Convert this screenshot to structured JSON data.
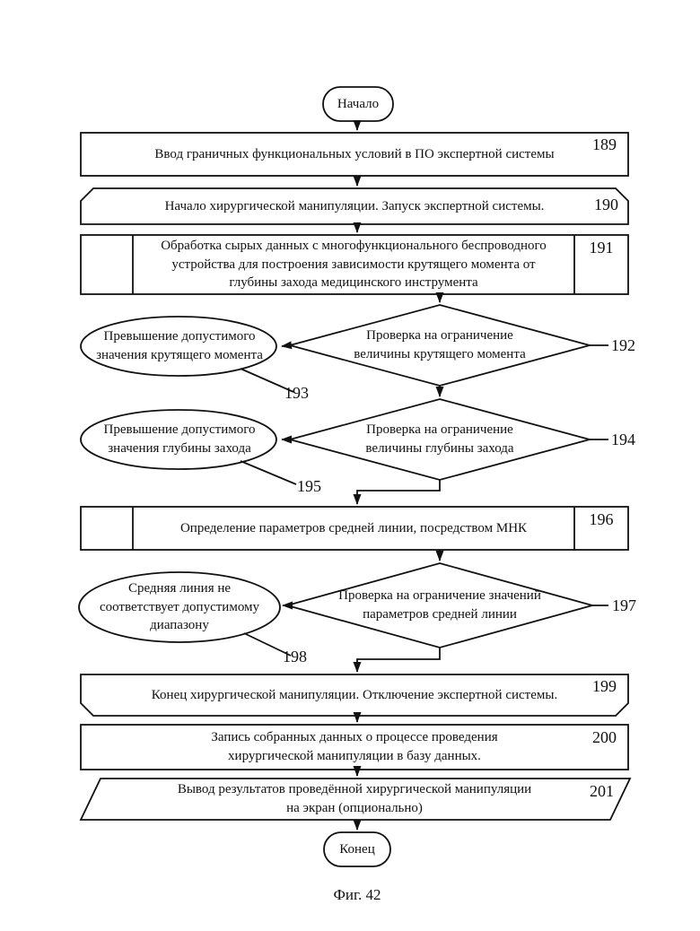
{
  "colors": {
    "ink": "#111111",
    "background": "#ffffff"
  },
  "figure": {
    "caption": "Фиг. 42"
  },
  "flowchart": {
    "start": {
      "label": "Начало"
    },
    "end": {
      "label": "Конец"
    },
    "nodes": {
      "n189": {
        "num": "189",
        "shape": "rectangle",
        "text": "Ввод граничных функциональных условий в ПО экспертной системы"
      },
      "n190": {
        "num": "190",
        "shape": "rect-cut-top-corners",
        "text": "Начало хирургической манипуляции. Запуск экспертной системы."
      },
      "n191": {
        "num": "191",
        "shape": "predefined-process",
        "text": "Обработка сырых данных с многофункционального беспроводного\nустройства для построения зависимости крутящего момента от\nглубины захода медицинского инструмента"
      },
      "n192": {
        "num": "192",
        "shape": "decision-diamond",
        "text": "Проверка на ограничение\nвеличины крутящего момента"
      },
      "n193": {
        "num": "193",
        "shape": "ellipse",
        "text": "Превышение допустимого\nзначения крутящего момента"
      },
      "n194": {
        "num": "194",
        "shape": "decision-diamond",
        "text": "Проверка на ограничение\nвеличины глубины захода"
      },
      "n195": {
        "num": "195",
        "shape": "ellipse",
        "text": "Превышение допустимого\nзначения глубины захода"
      },
      "n196": {
        "num": "196",
        "shape": "predefined-process",
        "text": "Определение параметров средней линии, посредством МНК"
      },
      "n197": {
        "num": "197",
        "shape": "decision-diamond",
        "text": "Проверка на ограничение значений\nпараметров средней линии"
      },
      "n198": {
        "num": "198",
        "shape": "ellipse",
        "text": "Средняя линия не\nсоответствует допустимому\nдиапазону"
      },
      "n199": {
        "num": "199",
        "shape": "rect-cut-bottom-corners",
        "text": "Конец хирургической манипуляции. Отключение экспертной системы."
      },
      "n200": {
        "num": "200",
        "shape": "rectangle",
        "text": "Запись собранных данных о процессе проведения\nхирургической манипуляции в базу данных."
      },
      "n201": {
        "num": "201",
        "shape": "parallelogram",
        "text": "Вывод результатов проведённой хирургической манипуляции\nна экран (опционально)"
      }
    }
  }
}
